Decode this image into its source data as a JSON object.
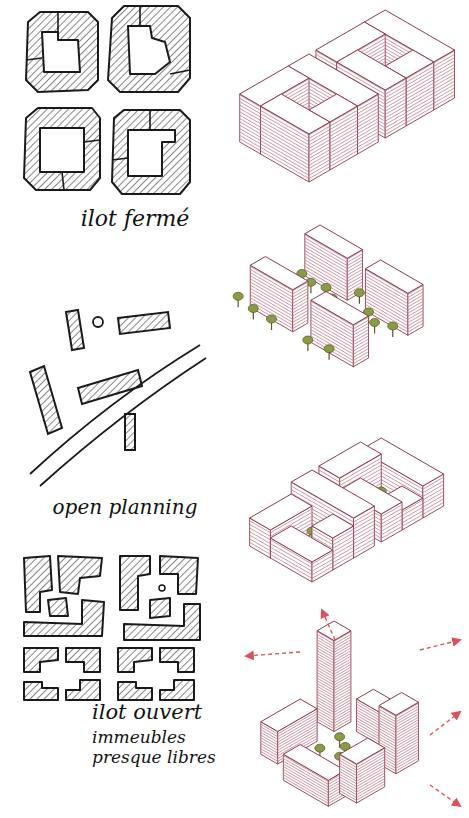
{
  "diagram": {
    "labels": [
      "ilot fermé",
      "open planning",
      "ilot ouvert",
      "immeubles presque libres"
    ]
  }
}
